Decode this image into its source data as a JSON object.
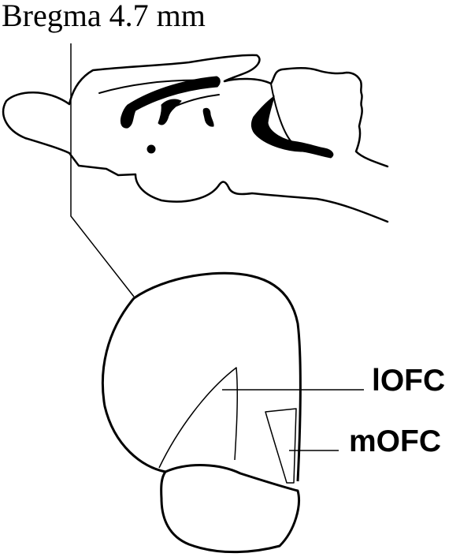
{
  "figure": {
    "title": "Bregma 4.7 mm",
    "labels": {
      "lofc": "lOFC",
      "mofc": "mOFC"
    }
  },
  "colors": {
    "stroke": "#000000",
    "background": "#ffffff"
  }
}
